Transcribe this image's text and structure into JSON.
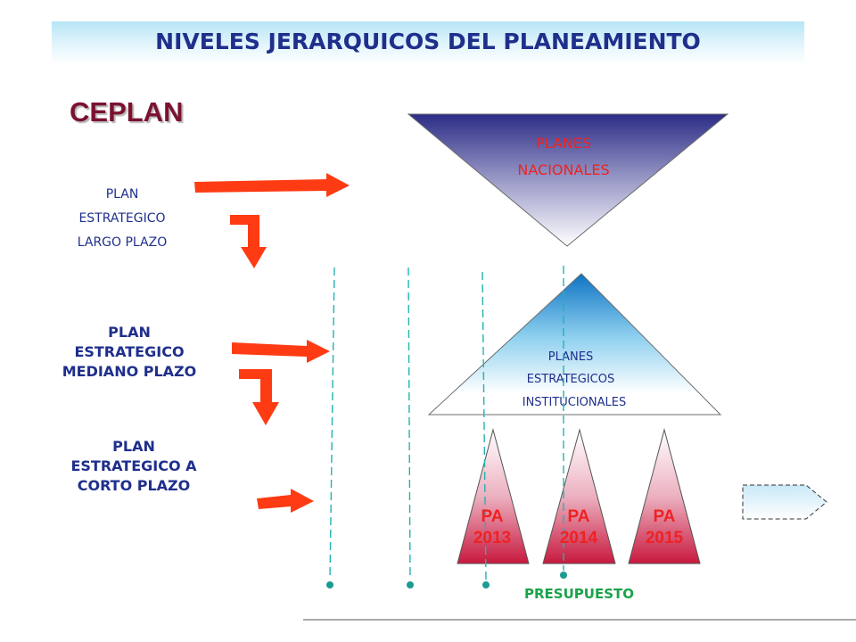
{
  "title": "NIVELES JERARQUICOS DEL PLANEAMIENTO",
  "ceplan": "CEPLAN",
  "levels": {
    "largo": [
      "PLAN",
      "ESTRATEGICO",
      "LARGO PLAZO"
    ],
    "mediano": [
      "PLAN",
      "ESTRATEGICO",
      "MEDIANO PLAZO"
    ],
    "corto": [
      "PLAN",
      "ESTRATEGICO A",
      "CORTO PLAZO"
    ]
  },
  "planes_nacionales": [
    "PLANES",
    "NACIONALES"
  ],
  "planes_institucionales": [
    "PLANES",
    "ESTRATEGICOS",
    "INSTITUCIONALES"
  ],
  "annual_plans": [
    {
      "line1": "PA",
      "line2": "2013"
    },
    {
      "line1": "PA",
      "line2": "2014"
    },
    {
      "line1": "PA",
      "line2": "2015"
    }
  ],
  "presupuesto": "PRESUPUESTO",
  "colors": {
    "title": "#1f2f8c",
    "ceplan": "#7b1230",
    "arrow": "#ff3b14",
    "text_red": "#ee2222",
    "green": "#1aa34a",
    "dashed": "#23b3b0"
  }
}
